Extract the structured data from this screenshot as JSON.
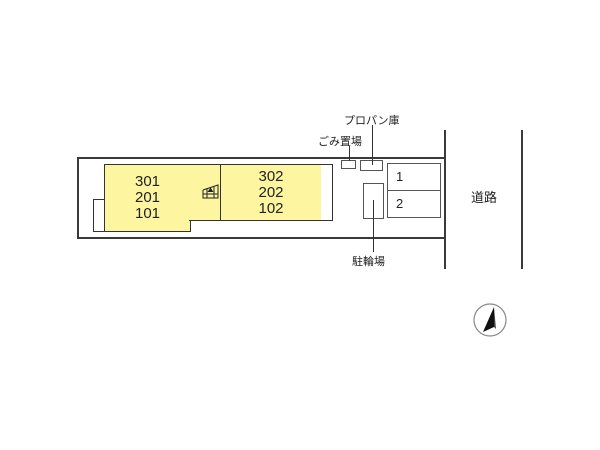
{
  "diagram": {
    "type": "site-layout",
    "buildings": [
      {
        "id": "left",
        "units": [
          "301",
          "201",
          "101"
        ]
      },
      {
        "id": "right",
        "units": [
          "302",
          "202",
          "102"
        ]
      }
    ],
    "facilities": {
      "garbage": "ごみ置場",
      "propane": "プロパン庫",
      "bicycle": "駐輪場"
    },
    "parking": {
      "slots": [
        "1",
        "2"
      ]
    },
    "road": "道路",
    "icons": {
      "stairs": "stairs-icon",
      "compass": "north-arrow-icon"
    },
    "colors": {
      "building_fill": "#fdf5a0",
      "outline": "#3a3a3a",
      "background": "#ffffff"
    }
  }
}
